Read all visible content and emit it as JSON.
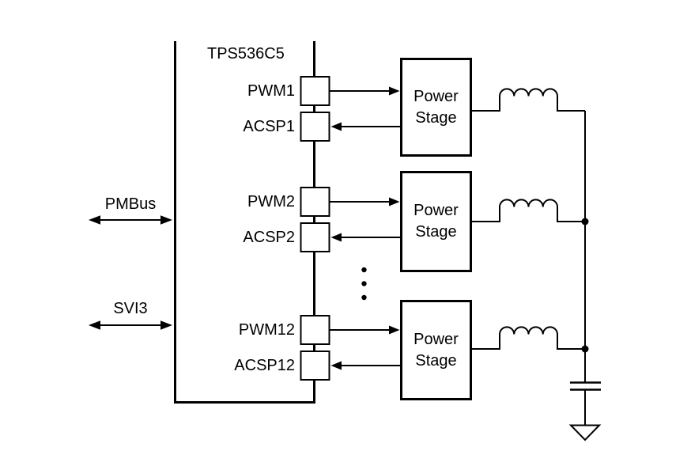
{
  "diagram": {
    "controller_label": "TPS536C5",
    "buses": {
      "pmbus": "PMBus",
      "svi3": "SVI3"
    },
    "phases": [
      {
        "pwm": "PWM1",
        "acsp": "ACSP1",
        "stage": "Power\nStage"
      },
      {
        "pwm": "PWM2",
        "acsp": "ACSP2",
        "stage": "Power\nStage"
      },
      {
        "pwm": "PWM12",
        "acsp": "ACSP12",
        "stage": "Power\nStage"
      }
    ],
    "symbols": {
      "bus_arrows": "double-headed-arrow",
      "pwm_arrow": "right-arrow",
      "acsp_arrow": "left-arrow",
      "inductor": "coil-4-turns",
      "junction": "filled-dot",
      "ellipsis": "three-vertical-dots",
      "capacitor": "parallel-plates",
      "ground": "open-triangle-down"
    },
    "colors": {
      "line": "#000000",
      "background": "#ffffff"
    }
  }
}
